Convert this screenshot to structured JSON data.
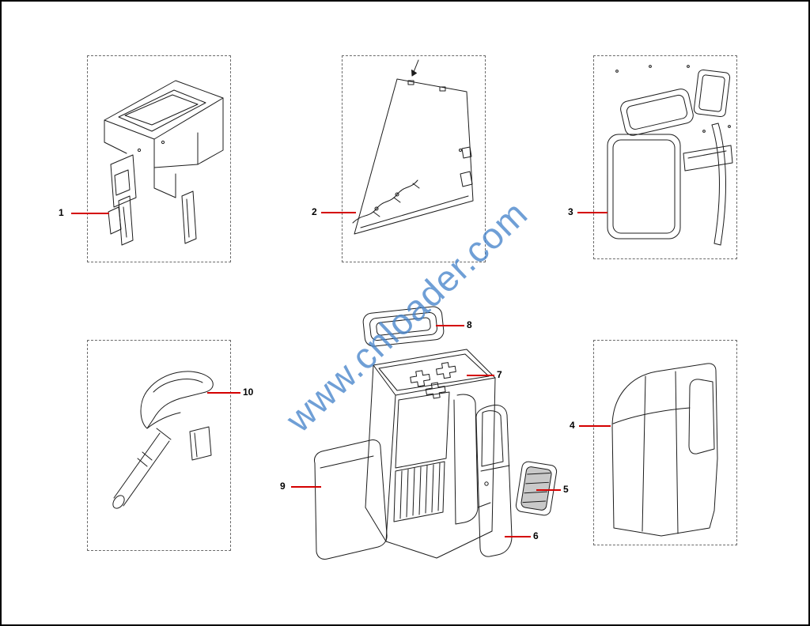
{
  "page": {
    "watermark": "www.cnloader.com"
  },
  "colors": {
    "leader_line": "#d40000",
    "watermark_blue": "#4684ca",
    "line_art": "#1c1c1c"
  },
  "callouts": [
    {
      "label": "1"
    },
    {
      "label": "2"
    },
    {
      "label": "3"
    },
    {
      "label": "4"
    },
    {
      "label": "5"
    },
    {
      "label": "6"
    },
    {
      "label": "7"
    },
    {
      "label": "8"
    },
    {
      "label": "9"
    },
    {
      "label": "10"
    }
  ]
}
